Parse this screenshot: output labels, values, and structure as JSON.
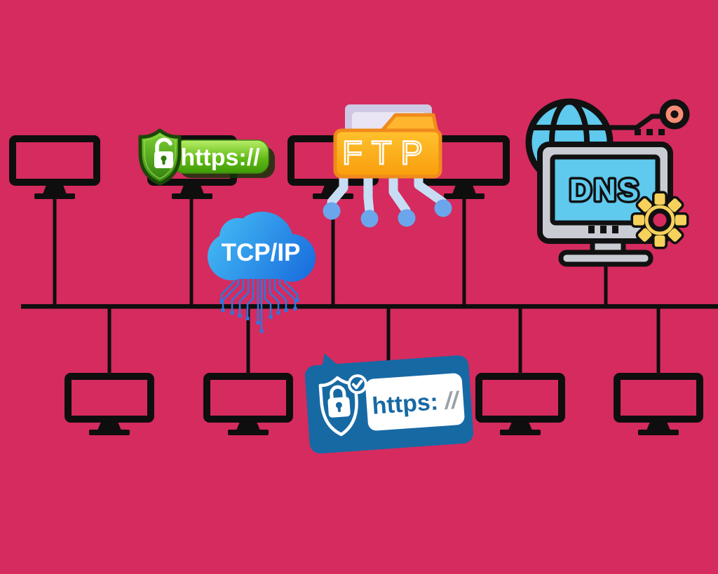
{
  "diagram": {
    "title": "Network bus topology with protocol icons",
    "background_color": "#d52b5e",
    "line_color": "#0e0e0e",
    "labels": {
      "https_green": "https://",
      "tcpip": "TCP/IP",
      "ftp": "FTP",
      "dns": "DNS",
      "https_blue_prefix": "https:",
      "https_blue_slashes": "//"
    },
    "colors": {
      "green_badge_pill": "#63bb16",
      "green_shield": "#2f7d0c",
      "orange_folder": "#f9a10d",
      "paper_lavender": "#d9d3ea",
      "circuit_leg_blue": "#c7ddf4",
      "circuit_dot_blue": "#6ba5ec",
      "cloud_blue": "#1f8ae8",
      "trace_blue": "#2e77dd",
      "dns_cyan": "#5fc9ee",
      "dns_bezel_gray": "#c9ccd3",
      "gear_yellow": "#f6d25c",
      "node_salmon": "#f98c76",
      "blue_badge": "#1769a4",
      "slash_gray": "#9aa2a8"
    },
    "topology": {
      "top_computers": 4,
      "bottom_computers": 5,
      "servers": 1,
      "bus": "single horizontal backbone"
    }
  }
}
